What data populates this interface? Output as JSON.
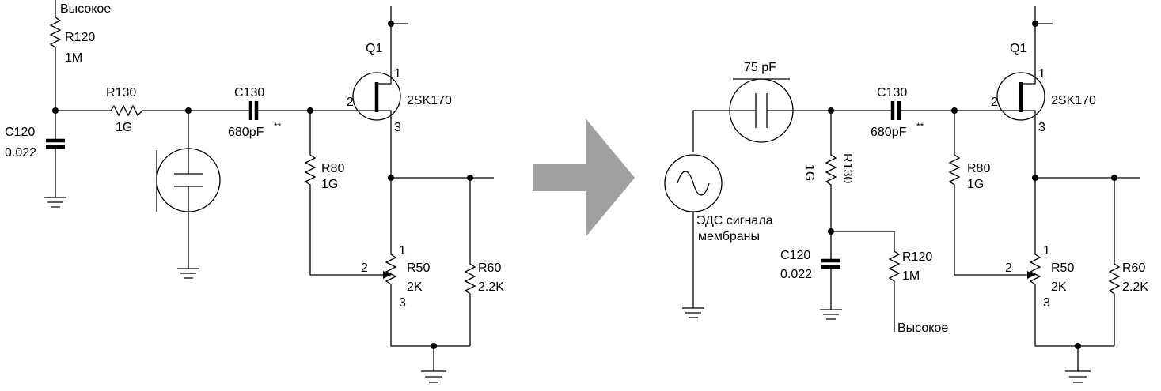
{
  "left": {
    "high": "Высокое",
    "r120": {
      "ref": "R120",
      "value": "1M"
    },
    "r130": {
      "ref": "R130",
      "value": "1G"
    },
    "c120": {
      "ref": "C120",
      "value": "0.022"
    },
    "c130": {
      "ref": "C130",
      "value": "680pF",
      "mark": "**"
    },
    "r80": {
      "ref": "R80",
      "value": "1G"
    },
    "q1": {
      "ref": "Q1",
      "part": "2SK170",
      "pin1": "1",
      "pin2": "2",
      "pin3": "3"
    },
    "r50": {
      "ref": "R50",
      "value": "2K",
      "pin1": "1",
      "pin2": "2",
      "pin3": "3"
    },
    "r60": {
      "ref": "R60",
      "value": "2.2K"
    }
  },
  "right": {
    "cap75": "75 pF",
    "source_line1": "ЭДС сигнала",
    "source_line2": "мембраны",
    "r130": {
      "ref": "R130",
      "value": "1G"
    },
    "c120": {
      "ref": "C120",
      "value": "0.022"
    },
    "r120": {
      "ref": "R120",
      "value": "1M"
    },
    "high": "Высокое",
    "c130": {
      "ref": "C130",
      "value": "680pF",
      "mark": "**"
    },
    "r80": {
      "ref": "R80",
      "value": "1G"
    },
    "q1": {
      "ref": "Q1",
      "part": "2SK170",
      "pin1": "1",
      "pin2": "2",
      "pin3": "3"
    },
    "r50": {
      "ref": "R50",
      "value": "2K",
      "pin1": "1",
      "pin2": "2",
      "pin3": "3"
    },
    "r60": {
      "ref": "R60",
      "value": "2.2K"
    }
  },
  "arrow_color": "#a0a0a0"
}
